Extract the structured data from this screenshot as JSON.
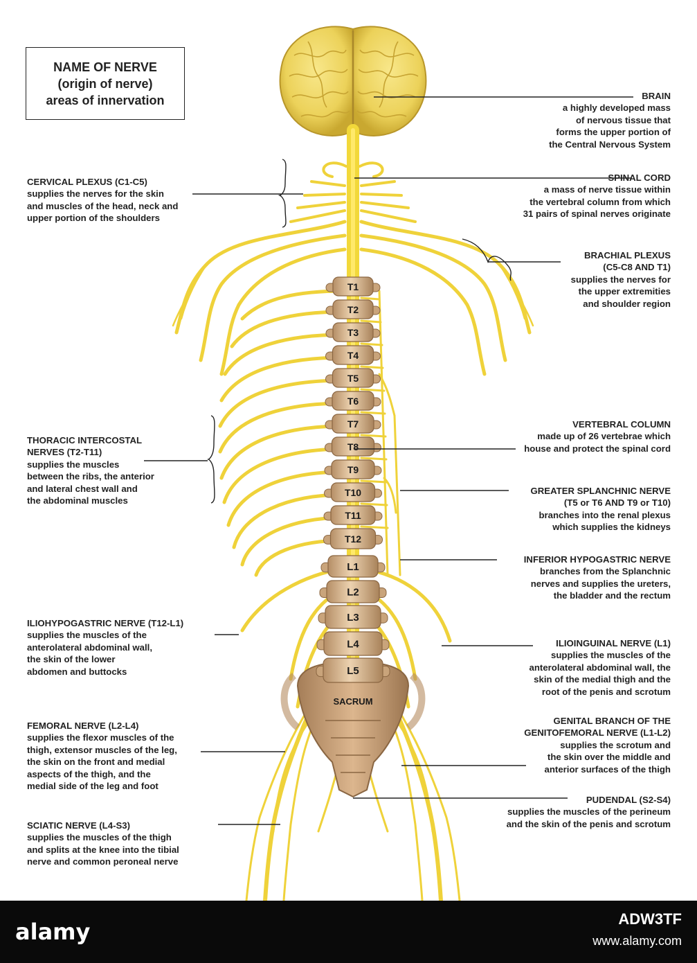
{
  "legend": {
    "line1": "NAME OF NERVE",
    "line2": "(origin of nerve)",
    "line3": "areas of innervation"
  },
  "labels": {
    "brain": {
      "title": "BRAIN",
      "desc": "a highly developed mass\nof nervous tissue that\nforms the upper portion of\nthe Central Nervous System"
    },
    "spinal_cord": {
      "title": "SPINAL CORD",
      "desc": "a mass of nerve tissue within\nthe vertebral column from which\n31 pairs of spinal nerves originate"
    },
    "cervical_plexus": {
      "title": "CERVICAL PLEXUS (C1-C5)",
      "desc": "supplies the nerves for the skin\nand muscles of the head, neck and\nupper portion of the shoulders"
    },
    "brachial_plexus": {
      "title": "BRACHIAL PLEXUS",
      "desc": "(C5-C8 AND T1)\nsupplies the nerves for\nthe upper extremities\nand shoulder region"
    },
    "thoracic": {
      "title": "THORACIC INTERCOSTAL\nNERVES (T2-T11)",
      "desc": "supplies the muscles\nbetween the ribs, the anterior\nand lateral chest wall and\nthe abdominal muscles"
    },
    "vertebral": {
      "title": "VERTEBRAL COLUMN",
      "desc": "made up of 26 vertebrae which\nhouse and protect the spinal cord"
    },
    "splanchnic": {
      "title": "GREATER SPLANCHNIC NERVE",
      "desc": "(T5 or T6 AND T9 or T10)\nbranches into the renal plexus\nwhich supplies the kidneys"
    },
    "hypogastric": {
      "title": "INFERIOR HYPOGASTRIC NERVE",
      "desc": "branches from the Splanchnic\nnerves and supplies the ureters,\nthe bladder and the rectum"
    },
    "iliohypogastric": {
      "title": "ILIOHYPOGASTRIC NERVE (T12-L1)",
      "desc": "supplies the muscles of the\nanterolateral abdominal wall,\nthe skin of the lower\nabdomen and buttocks"
    },
    "ilioinguinal": {
      "title": "ILIOINGUINAL NERVE (L1)",
      "desc": "supplies the muscles of the\nanterolateral abdominal wall, the\nskin of the medial thigh and the\nroot of the penis and scrotum"
    },
    "femoral": {
      "title": "FEMORAL NERVE (L2-L4)",
      "desc": "supplies the flexor muscles of the\nthigh, extensor muscles of the leg,\nthe skin on the front and medial\naspects of the thigh, and the\nmedial side of the leg and foot"
    },
    "genital": {
      "title": "GENITAL BRANCH OF THE\nGENITOFEMORAL NERVE (L1-L2)",
      "desc": "supplies the scrotum and\nthe skin over the middle and\nanterior surfaces of the thigh"
    },
    "sciatic": {
      "title": "SCIATIC NERVE (L4-S3)",
      "desc": "supplies the muscles of the thigh\nand splits at the knee into the tibial\nnerve and common peroneal nerve"
    },
    "pudendal": {
      "title": "PUDENDAL (S2-S4)",
      "desc": "supplies the muscles of the perineum\nand the skin of the penis and scrotum"
    }
  },
  "vertebrae": [
    "T1",
    "T2",
    "T3",
    "T4",
    "T5",
    "T6",
    "T7",
    "T8",
    "T9",
    "T10",
    "T11",
    "T12",
    "L1",
    "L2",
    "L3",
    "L4",
    "L5"
  ],
  "sacrum_label": "SACRUM",
  "footer": {
    "logo": "alamy",
    "image_id": "ADW3TF",
    "site": "www.alamy.com"
  },
  "colors": {
    "nerve": "#f2d83a",
    "nerve_outline": "#c9a91a",
    "brain": "#f0d65a",
    "bone": "#d9b48c",
    "bone_dark": "#a88259"
  }
}
